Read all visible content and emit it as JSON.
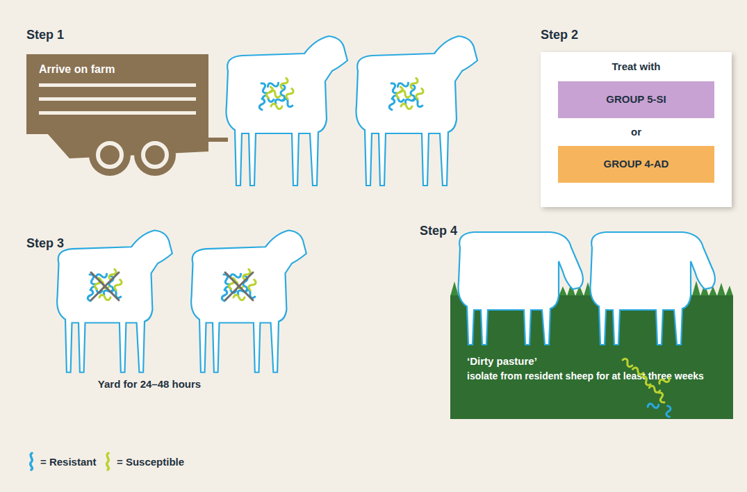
{
  "diagram": {
    "nodes": [
      {
        "text": [
          "Arrive on farm"
        ]
      },
      {
        "text": [
          "Treat with",
          "or"
        ]
      },
      {
        "text": [
          "GROUP 5-SI"
        ],
        "in": 1
      },
      {
        "text": [
          "GROUP 4-AD"
        ],
        "in": 1
      },
      {
        "text": [
          "‘Dirty pasture’",
          "isolate from resident sheep for at least three weeks"
        ]
      }
    ],
    "labels": [
      "Step 1",
      "Step 2",
      "Step 3",
      "Step 4",
      "Yard for 24–48 hours"
    ],
    "legend": [
      {
        "text": "= Resistant",
        "color": "#2aa9e0"
      },
      {
        "text": "= Susceptible",
        "color": "#b9d22f"
      }
    ]
  }
}
